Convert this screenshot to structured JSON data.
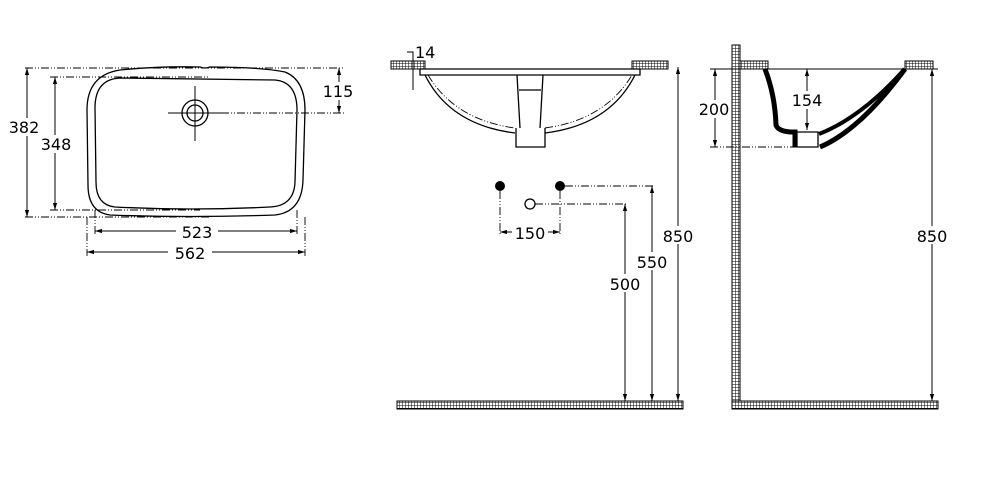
{
  "title": "Undercounter washbasin technical drawing",
  "plan_view": {
    "overall_depth": "382",
    "inner_depth": "348",
    "drain_offset": "115",
    "inner_width": "523",
    "overall_width": "562"
  },
  "front_view": {
    "rim_thickness": "14",
    "tap_spacing": "150",
    "waste_height": "500",
    "supply_height": "550",
    "counter_height": "850"
  },
  "side_view": {
    "bowl_depth": "200",
    "inner_depth": "154",
    "counter_height": "850"
  }
}
